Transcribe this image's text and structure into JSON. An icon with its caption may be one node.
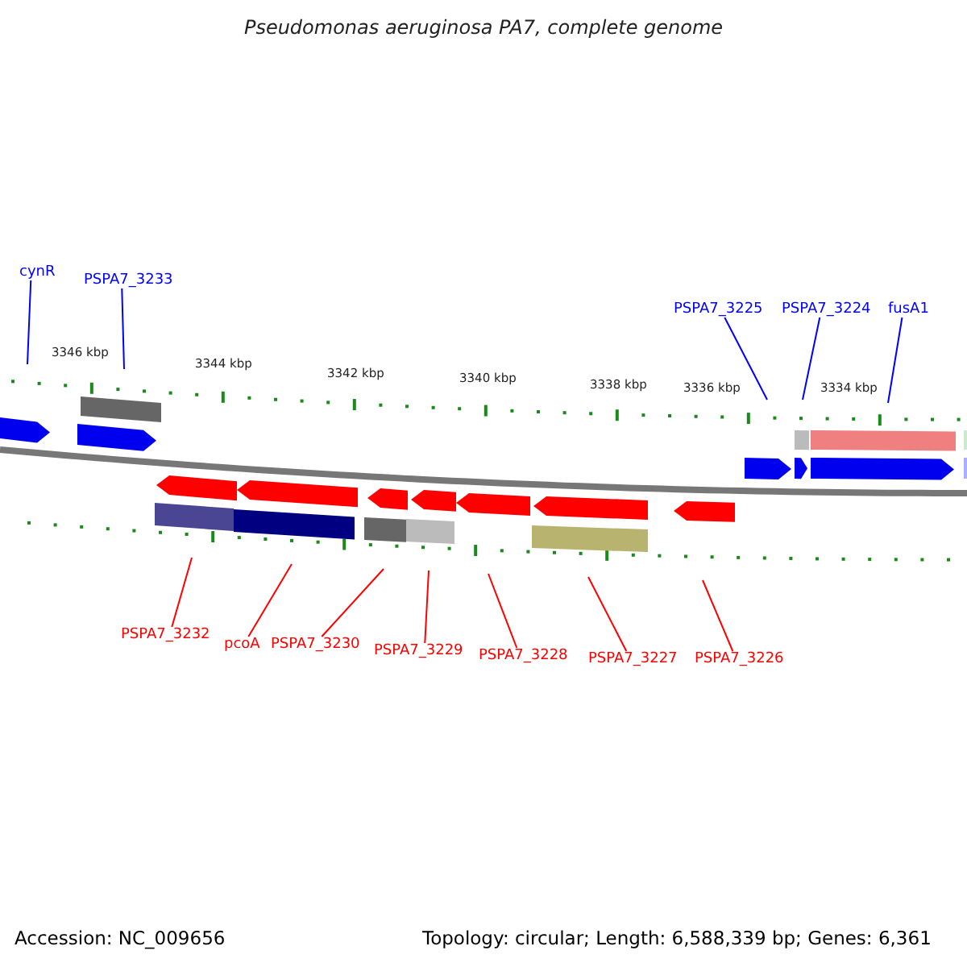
{
  "diagram": {
    "title": "Pseudomonas aeruginosa PA7, complete genome",
    "nodes": [
      {
        "text": [
          "cynR"
        ]
      },
      {
        "text": [
          "PSPA7_3233"
        ]
      },
      {
        "text": [
          "PSPA7_3225"
        ]
      },
      {
        "text": [
          "PSPA7_3224"
        ]
      },
      {
        "text": [
          "fusA1"
        ]
      },
      {
        "text": [
          "PSPA7_3232"
        ]
      },
      {
        "text": [
          "pcoA"
        ]
      },
      {
        "text": [
          "PSPA7_3230"
        ]
      },
      {
        "text": [
          "PSPA7_3229"
        ]
      },
      {
        "text": [
          "PSPA7_3228"
        ]
      },
      {
        "text": [
          "PSPA7_3227"
        ]
      },
      {
        "text": [
          "PSPA7_3226"
        ]
      }
    ],
    "edges": [
      {
        "from": 0,
        "to": null,
        "arrow": "none",
        "color": "#0000ff"
      },
      {
        "from": 1,
        "to": null,
        "arrow": "none",
        "color": "#0000ff"
      },
      {
        "from": 2,
        "to": null,
        "arrow": "none",
        "color": "#0000ff"
      },
      {
        "from": 3,
        "to": null,
        "arrow": "none",
        "color": "#0000ff"
      },
      {
        "from": 4,
        "to": null,
        "arrow": "none",
        "color": "#0000ff"
      },
      {
        "from": 5,
        "to": null,
        "arrow": "none",
        "color": "#ff0000"
      },
      {
        "from": 6,
        "to": null,
        "arrow": "none",
        "color": "#ff0000"
      },
      {
        "from": 7,
        "to": null,
        "arrow": "none",
        "color": "#ff0000"
      },
      {
        "from": 8,
        "to": null,
        "arrow": "none",
        "color": "#ff0000"
      },
      {
        "from": 9,
        "to": null,
        "arrow": "none",
        "color": "#ff0000"
      },
      {
        "from": 10,
        "to": null,
        "arrow": "none",
        "color": "#ff0000"
      },
      {
        "from": 11,
        "to": null,
        "arrow": "none",
        "color": "#ff0000"
      }
    ],
    "labels": [
      "3346 kbp",
      "3344 kbp",
      "3342 kbp",
      "3340 kbp",
      "3338 kbp",
      "3336 kbp",
      "3334 kbp",
      "Accession: NC_009656",
      "Topology: circular; Length: 6,588,339 bp; Genes: 6,361"
    ]
  }
}
